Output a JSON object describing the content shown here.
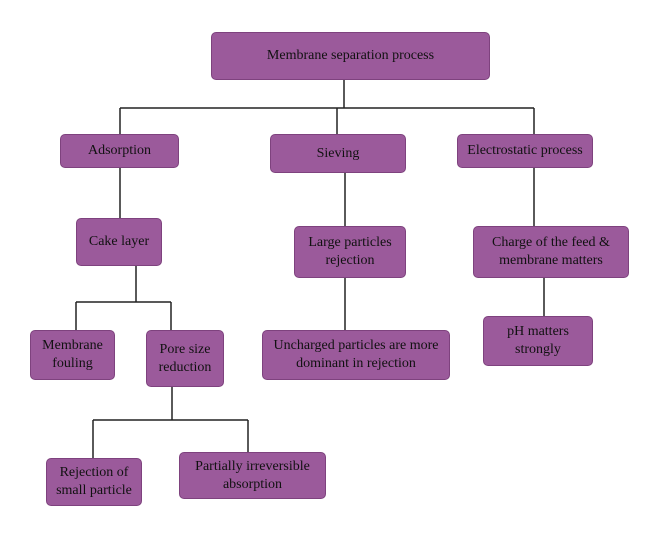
{
  "diagram": {
    "colors": {
      "node_fill": "#9b5a9b",
      "node_border": "#7e427e",
      "connector": "#222222",
      "text": "#111111"
    },
    "nodes": {
      "root": "Membrane separation process",
      "adsorption": "Adsorption",
      "sieving": "Sieving",
      "electrostatic": "Electrostatic process",
      "cake_layer": "Cake layer",
      "large_particles": "Large particles\nrejection",
      "charge_feed": "Charge of the feed &\nmembrane matters",
      "membrane_fouling": "Membrane\nfouling",
      "pore_size": "Pore size\nreduction",
      "uncharged": "Uncharged particles are more\ndominant in rejection",
      "ph_matters": "pH matters\nstrongly",
      "rejection_small": "Rejection of\nsmall particle",
      "partially_irreversible": "Partially irreversible\nabsorption"
    }
  }
}
